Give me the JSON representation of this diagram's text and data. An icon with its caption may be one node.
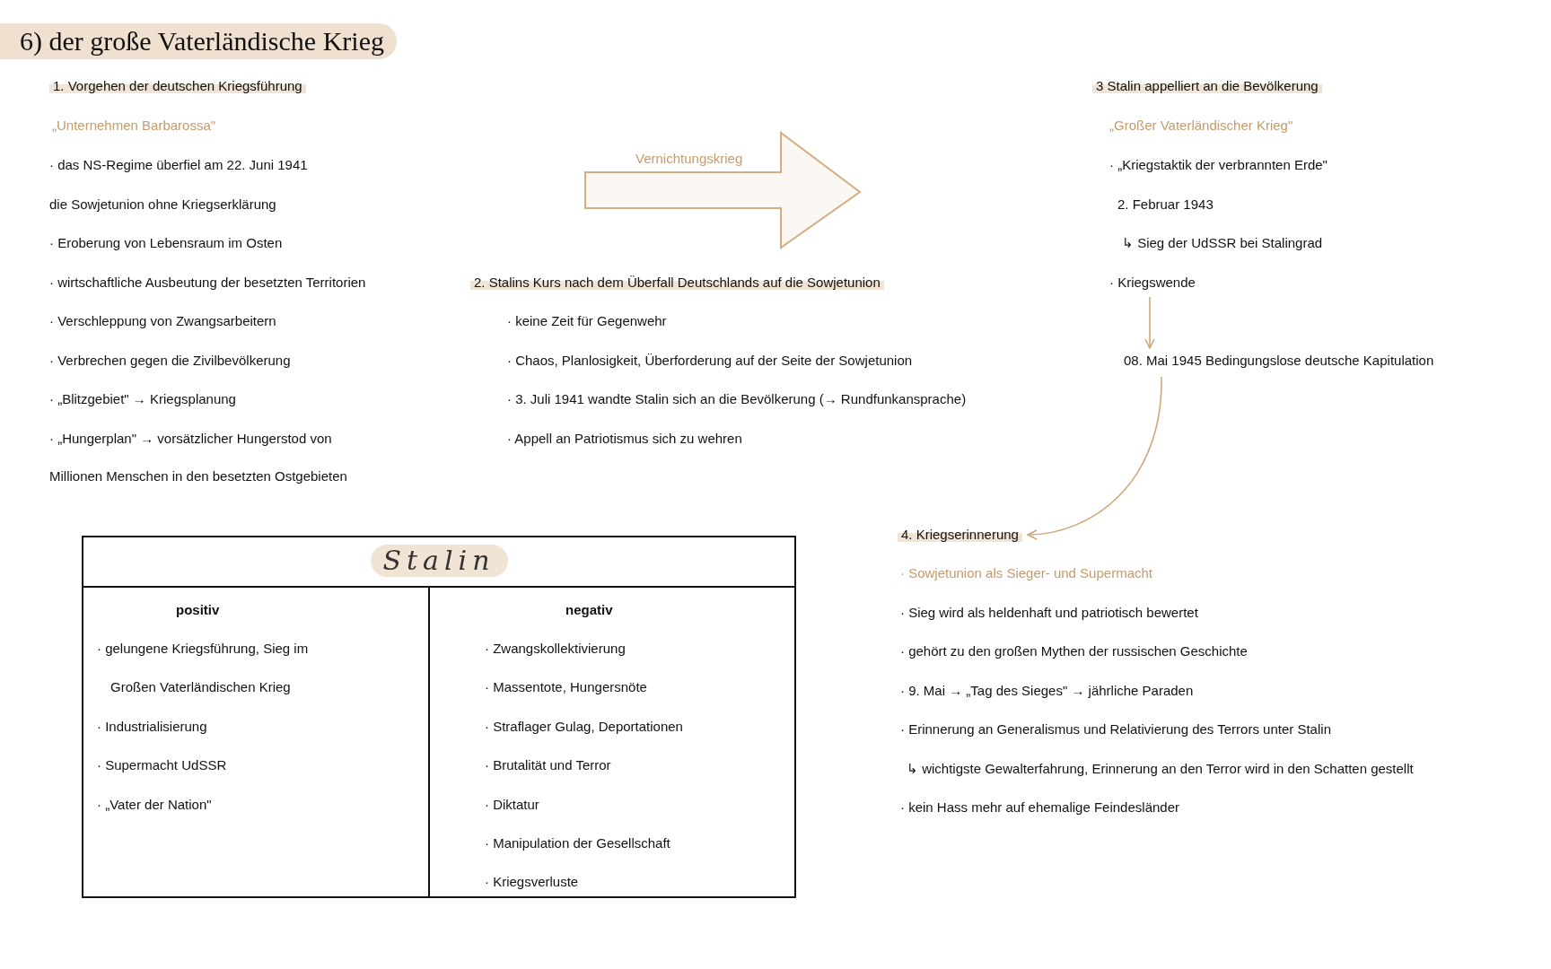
{
  "diagram": {
    "title": "6) der große Vaterländische Krieg",
    "nodes": [
      {
        "text": [
          "Vernichtungskrieg"
        ]
      },
      {
        "text": [
          "· Kriegswende"
        ]
      },
      {
        "text": [
          "08. Mai 1945 Bedingungslose deutsche Kapitulation"
        ]
      },
      {
        "text": [
          "4. Kriegserinnerung"
        ]
      }
    ],
    "edges": [
      {
        "from": 1,
        "to": 2,
        "arrow": "to"
      },
      {
        "from": 2,
        "to": 3,
        "arrow": "to"
      }
    ],
    "labels": [
      "1. Vorgehen der deutschen Kriegsführung",
      "„Unternehmen Barbarossa\"",
      "· das NS-Regime überfiel am 22. Juni 1941",
      "die Sowjetunion ohne Kriegserklärung",
      "· Eroberung von Lebensraum im Osten",
      "· wirtschaftliche Ausbeutung der besetzten Territorien",
      "· Verschleppung von Zwangsarbeitern",
      "· Verbrechen gegen die Zivilbevölkerung",
      "· „Blitzgebiet\" → Kriegsplanung",
      "· „Hungerplan\" → vorsätzlicher Hungerstod von",
      "Millionen Menschen in den besetzten Ostgebieten",
      "2. Stalins Kurs nach dem Überfall Deutschlands auf die Sowjetunion",
      "· keine Zeit für Gegenwehr",
      "· Chaos, Planlosigkeit, Überforderung auf der Seite der Sowjetunion",
      "· 3. Juli 1941 wandte Stalin sich an die Bevölkerung (→ Rundfunkansprache)",
      "· Appell an Patriotismus sich zu wehren",
      "3 Stalin appelliert an die Bevölkerung",
      "„Großer Vaterländischer Krieg\"",
      "· „Kriegstaktik der verbrannten Erde\"",
      "2. Februar 1943",
      "↳ Sieg der UdSSR bei Stalingrad",
      "· Sowjetunion als Sieger- und Supermacht",
      "· Sieg wird als heldenhaft und patriotisch bewertet",
      "· gehört zu den großen Mythen der russischen Geschichte",
      "· 9. Mai → „Tag des Sieges\" → jährliche Paraden",
      "· Erinnerung an Generalismus und Relativierung des Terrors unter Stalin",
      "↳ wichtigste Gewalterfahrung, Erinnerung an den Terror wird in den Schatten gestellt",
      "· kein Hass mehr auf ehemalige Feindesländer",
      "Stalin",
      "positiv",
      "· gelungene Kriegsführung, Sieg im",
      "Großen Vaterländischen Krieg",
      "· Industrialisierung",
      "· Supermacht UdSSR",
      "· „Vater der Nation\"",
      "negativ",
      "· Zwangskollektivierung",
      "· Massentote, Hungersnöte",
      "· Straflager Gulag, Deportationen",
      "· Brutalität und Terror",
      "· Diktatur",
      "· Manipulation der Gesellschaft",
      "· Kriegsverluste"
    ]
  }
}
